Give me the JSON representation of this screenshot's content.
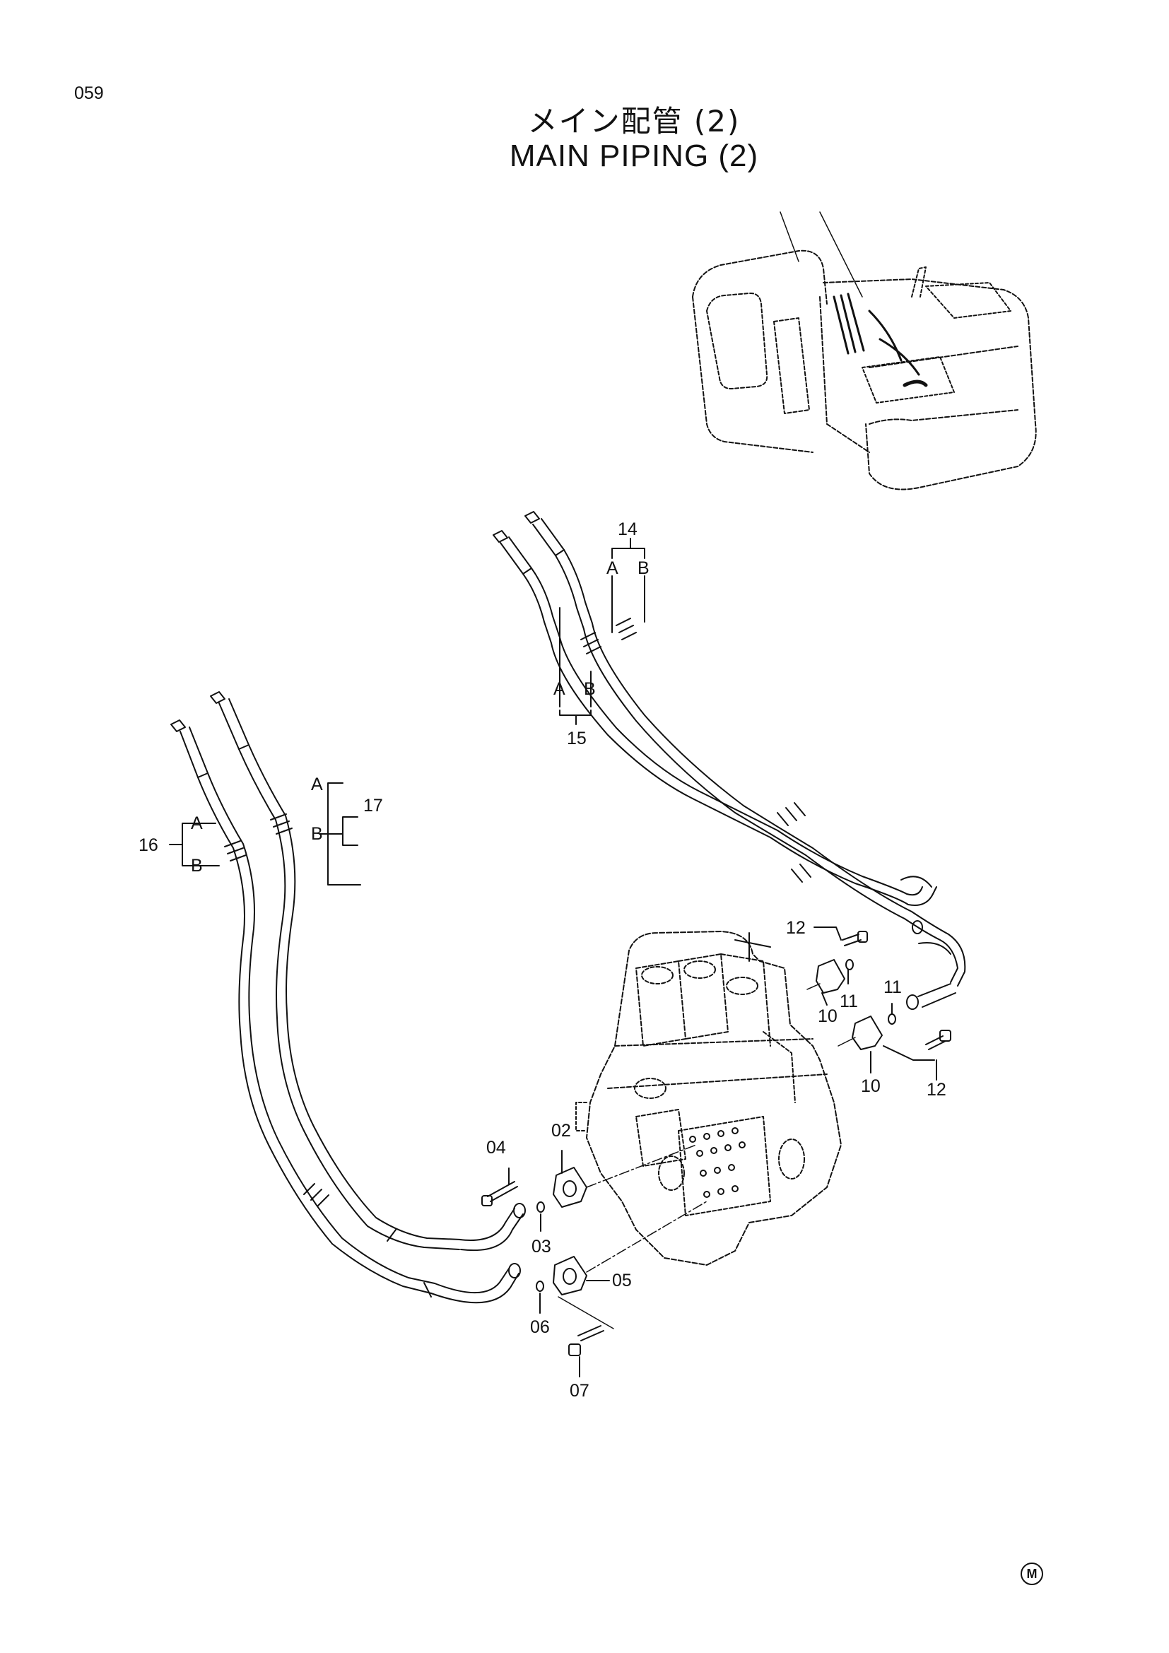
{
  "page_number": "059",
  "title_jp": "メイン配管 (2)",
  "title_en": "MAIN PIPING (2)",
  "maker_mark": "M",
  "callouts": {
    "c14": "14",
    "c14a": "A",
    "c14b": "B",
    "c15": "15",
    "c15a": "A",
    "c15b": "B",
    "c16": "16",
    "c16a": "A",
    "c16b": "B",
    "c17": "17",
    "c17a": "A",
    "c17b": "B",
    "c12a": "12",
    "c12b": "12",
    "c11a": "11",
    "c11b": "11",
    "c10a": "10",
    "c10b": "10",
    "c02": "02",
    "c03": "03",
    "c04": "04",
    "c05": "05",
    "c06": "06",
    "c07": "07"
  }
}
